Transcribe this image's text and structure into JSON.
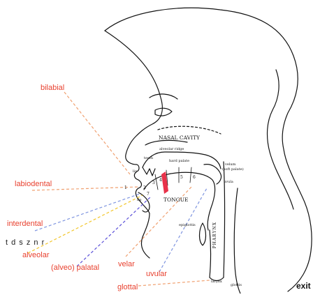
{
  "labels": {
    "bilabial": "bilabial",
    "labiodental": "labiodental",
    "interdental": "interdental",
    "alveolar_sounds": "t d s z n r",
    "alveolar": "alveolar",
    "alveo_palatal": "(alveo) palatal",
    "velar": "velar",
    "uvular": "uvular",
    "glottal": "glottal"
  },
  "anatomy": {
    "nasal_cavity": "NASAL CAVITY",
    "alveolar_ridge": "alveolar ridge",
    "teeth": "teeth",
    "hard_palate": "hard palate",
    "velum": "velum",
    "soft_palate": "(soft palate)",
    "uvula": "uvula",
    "tongue": "TONGUE",
    "lip_upper": "lip",
    "lip_lower": "lip",
    "epiglottis": "epiglottis",
    "pharynx": "PHARYNX",
    "glottis": "glottis",
    "larynx": "larynx",
    "n1": "1",
    "n2": "2",
    "n3": "3",
    "n4": "4",
    "n5": "5",
    "n6": "6",
    "n7": "7"
  },
  "nav": {
    "exit_label": "exit"
  },
  "colors": {
    "label_red": "#e8412f",
    "line_orange": "#f0a070",
    "line_blue": "#7f95e0",
    "line_yellow": "#f2c62b",
    "line_purple": "#5a4fd8",
    "hard_palate_fill": "#e8324a"
  }
}
